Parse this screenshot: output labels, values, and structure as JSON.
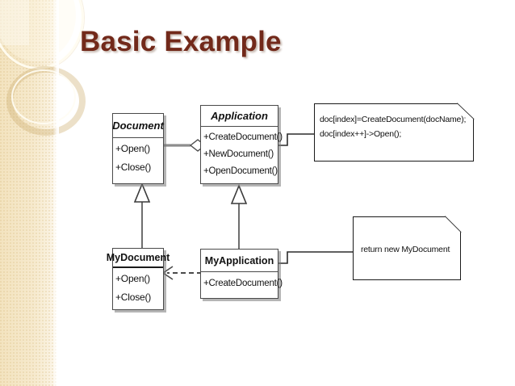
{
  "slide": {
    "title": "Basic Example",
    "title_color": "#72291a",
    "background_color": "#ffffff",
    "sidebar_color": "#f3e3bf"
  },
  "diagram": {
    "type": "uml-class-diagram",
    "classes": [
      {
        "id": "document",
        "name": "Document",
        "abstract": true,
        "operations": [
          "+Open()",
          "+Close()"
        ]
      },
      {
        "id": "application",
        "name": "Application",
        "abstract": true,
        "operations": [
          "+CreateDocument()",
          "+NewDocument()",
          "+OpenDocument()"
        ]
      },
      {
        "id": "mydocument",
        "name": "MyDocument",
        "abstract": false,
        "operations": [
          "+Open()",
          "+Close()"
        ]
      },
      {
        "id": "myapplication",
        "name": "MyApplication",
        "abstract": false,
        "operations": [
          "+CreateDocument()"
        ]
      }
    ],
    "notes": [
      {
        "id": "note-create-document",
        "lines": [
          "doc[index]=CreateDocument(docName);",
          "doc[index++]->Open();"
        ]
      },
      {
        "id": "note-return-mydocument",
        "lines": [
          "return new MyDocument"
        ]
      }
    ],
    "relationships": [
      {
        "kind": "aggregation",
        "from": "application",
        "to": "document"
      },
      {
        "kind": "generalization",
        "from": "mydocument",
        "to": "document"
      },
      {
        "kind": "generalization",
        "from": "myapplication",
        "to": "application"
      },
      {
        "kind": "dependency",
        "from": "myapplication",
        "to": "mydocument"
      },
      {
        "kind": "note-anchor",
        "from": "note-create-document",
        "to": "application"
      },
      {
        "kind": "note-anchor",
        "from": "note-return-mydocument",
        "to": "myapplication"
      }
    ]
  }
}
